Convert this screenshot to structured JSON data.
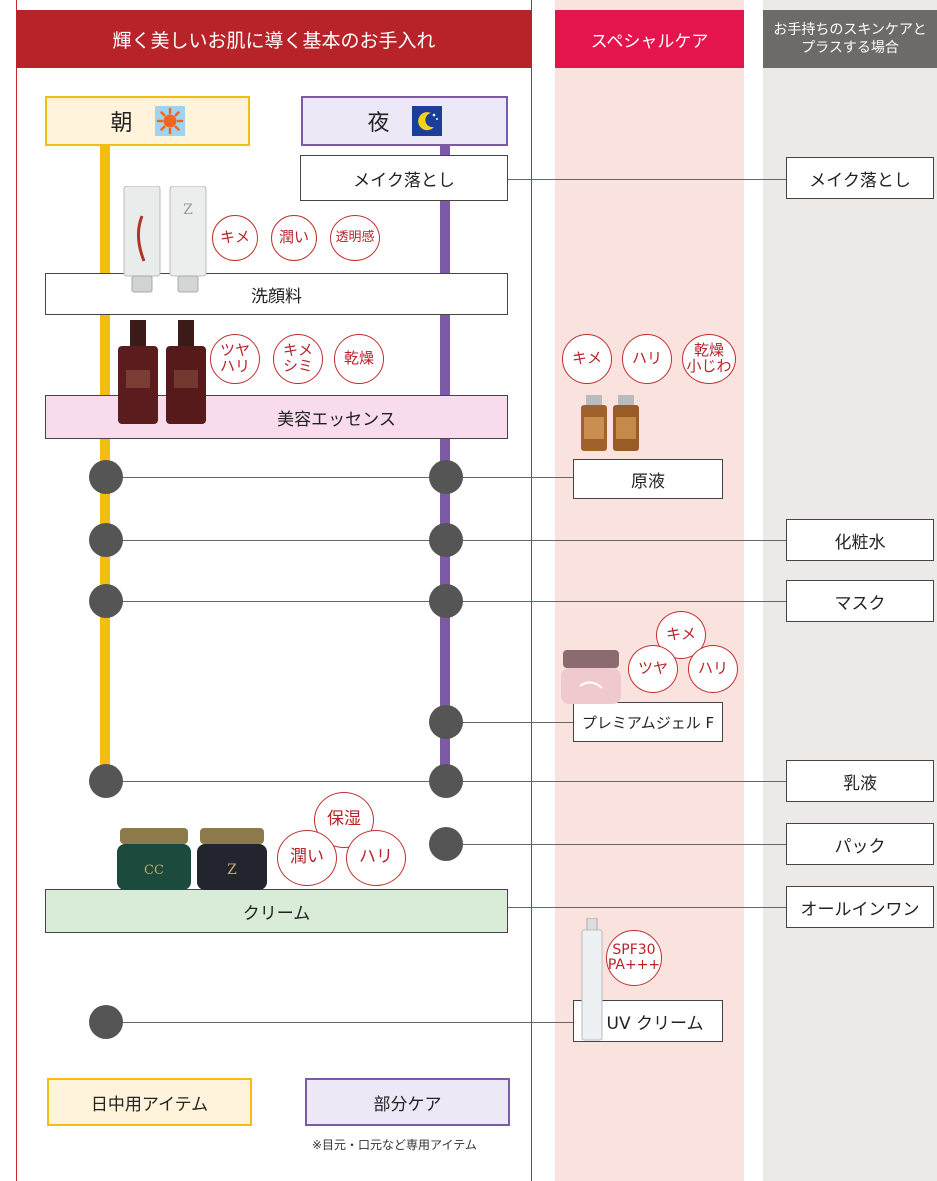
{
  "headers": {
    "basic": "輝く美しいお肌に導く基本のお手入れ",
    "special": "スペシャルケア",
    "own": "お手持ちのスキンケアと\nプラスする場合"
  },
  "columns": {
    "morning": "朝",
    "night": "夜"
  },
  "icons": {
    "morning": "sun-icon",
    "night": "moon-icon"
  },
  "basic_steps": {
    "makeup_remover": "メイク落とし",
    "face_wash": "洗顔料",
    "essence": "美容エッセンス",
    "cream": "クリーム"
  },
  "special_items": {
    "serum": "原液",
    "gel": "プレミアムジェル F",
    "uv": "UV クリーム"
  },
  "own_items": {
    "makeup_remover": "メイク落とし",
    "toner": "化粧水",
    "mask": "マスク",
    "milk": "乳液",
    "pack": "パック",
    "allinone": "オールインワン"
  },
  "bottom": {
    "day_items": "日中用アイテム",
    "partial_care": "部分ケア",
    "note": "※目元・口元など専用アイテム"
  },
  "badges": {
    "facewash": [
      "キメ",
      "潤い",
      "透明感"
    ],
    "essence": [
      "ツヤ\nハリ",
      "キメ\nシミ",
      "乾燥"
    ],
    "serum": [
      "キメ",
      "ハリ",
      "乾燥\n小じわ"
    ],
    "gel": [
      "キメ",
      "ツヤ",
      "ハリ"
    ],
    "cream": [
      "保湿",
      "潤い",
      "ハリ"
    ],
    "uv": "SPF30\nPA+++"
  },
  "colors": {
    "header_red": "#b8232a",
    "header_pink": "#e4144c",
    "header_gray": "#6d6b68",
    "special_bg": "#fae3df",
    "own_bg": "#ece9e6",
    "morning_line": "#f3be12",
    "night_line": "#7d5aa6",
    "morning_fill": "#fff3dc",
    "night_fill": "#ece8f6",
    "essence_fill": "#f8dced",
    "cream_fill": "#d9ecd8"
  }
}
